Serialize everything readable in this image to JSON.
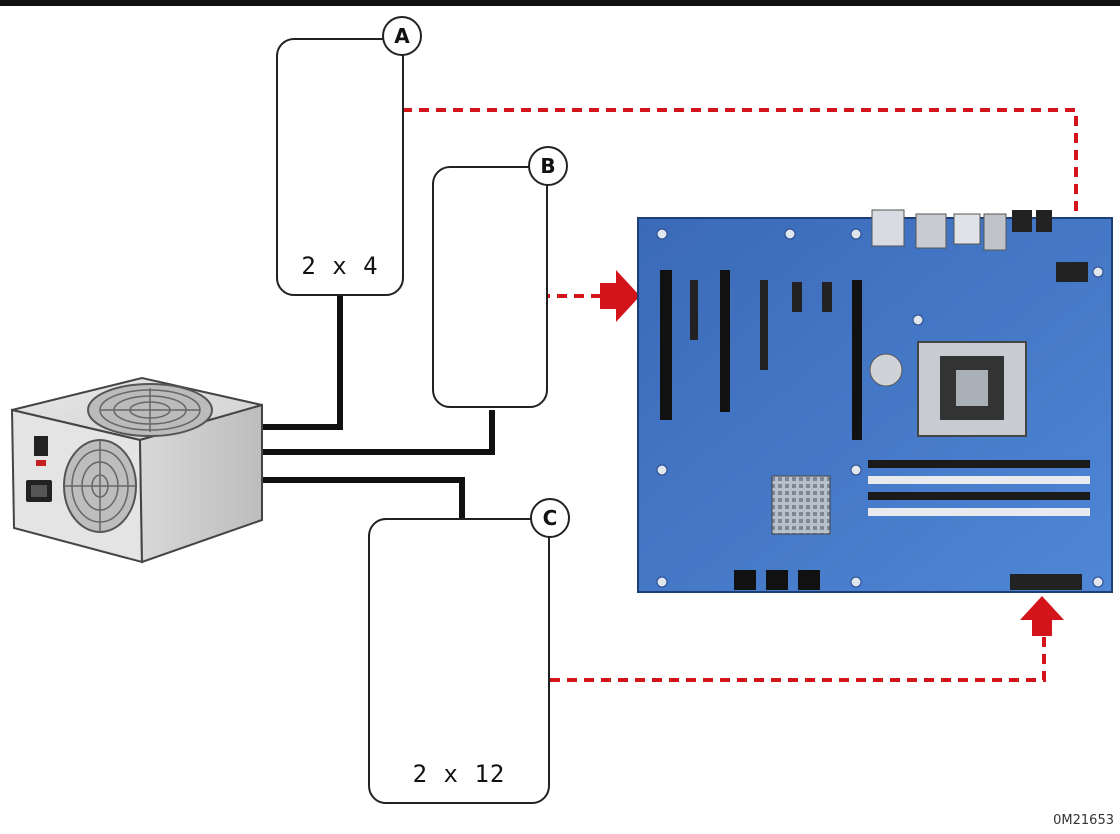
{
  "callouts": {
    "a": {
      "letter": "A",
      "size_label": "2 x 4"
    },
    "b": {
      "letter": "B"
    },
    "c": {
      "letter": "C",
      "size_label": "2 x 12"
    }
  },
  "figure_id": "0M21653",
  "icons": [
    "power-supply-icon",
    "motherboard-icon",
    "connector-plug-icon",
    "connector-socket-icon",
    "insert-arrow-icon",
    "pointer-arrow-icon"
  ],
  "colors": {
    "dashed_path": "#d4141b",
    "board": "#3f72c2",
    "arrow_blue": "#2b7fd4",
    "frame": "#111111"
  }
}
